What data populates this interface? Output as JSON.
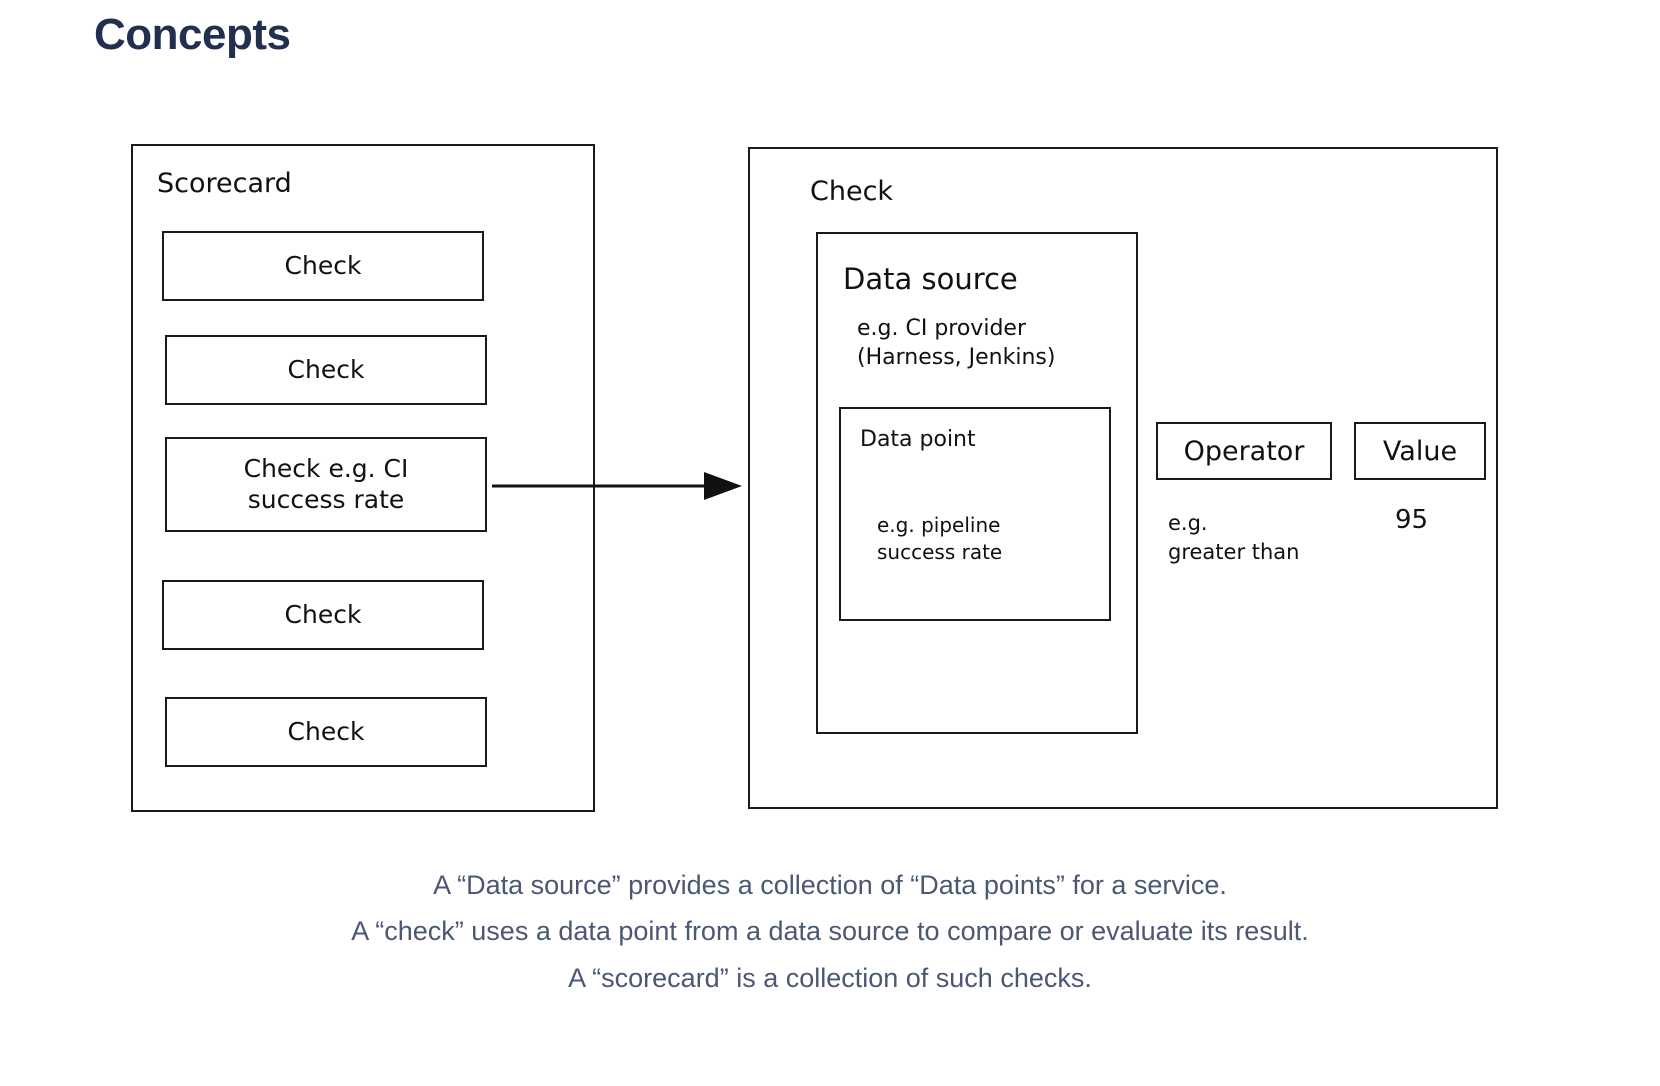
{
  "page": {
    "title": "Concepts",
    "title_color": "#22304f",
    "background": "#ffffff",
    "stroke_color": "#1a1a1a",
    "caption_color": "#4a5874"
  },
  "diagram": {
    "scorecard": {
      "title": "Scorecard",
      "checks": [
        {
          "label": "Check"
        },
        {
          "label": "Check"
        },
        {
          "label": "Check e.g. CI\nsuccess rate"
        },
        {
          "label": "Check"
        },
        {
          "label": "Check"
        }
      ]
    },
    "arrow": {
      "name": "arrow-right",
      "from": "scorecard-check-3",
      "to": "check-panel"
    },
    "check": {
      "title": "Check",
      "data_source": {
        "title": "Data source",
        "example": "e.g. CI provider\n(Harness, Jenkins)",
        "data_point": {
          "title": "Data point",
          "example": "e.g. pipeline\nsuccess rate"
        }
      },
      "operator": {
        "label": "Operator",
        "example": "e.g.\ngreater than"
      },
      "value": {
        "label": "Value",
        "example": "95"
      }
    }
  },
  "caption": {
    "lines": [
      "A “Data source” provides a collection of “Data points” for a service.",
      "A “check” uses a data point from a data source to compare or evaluate its result.",
      "A “scorecard” is a collection of such checks."
    ]
  }
}
